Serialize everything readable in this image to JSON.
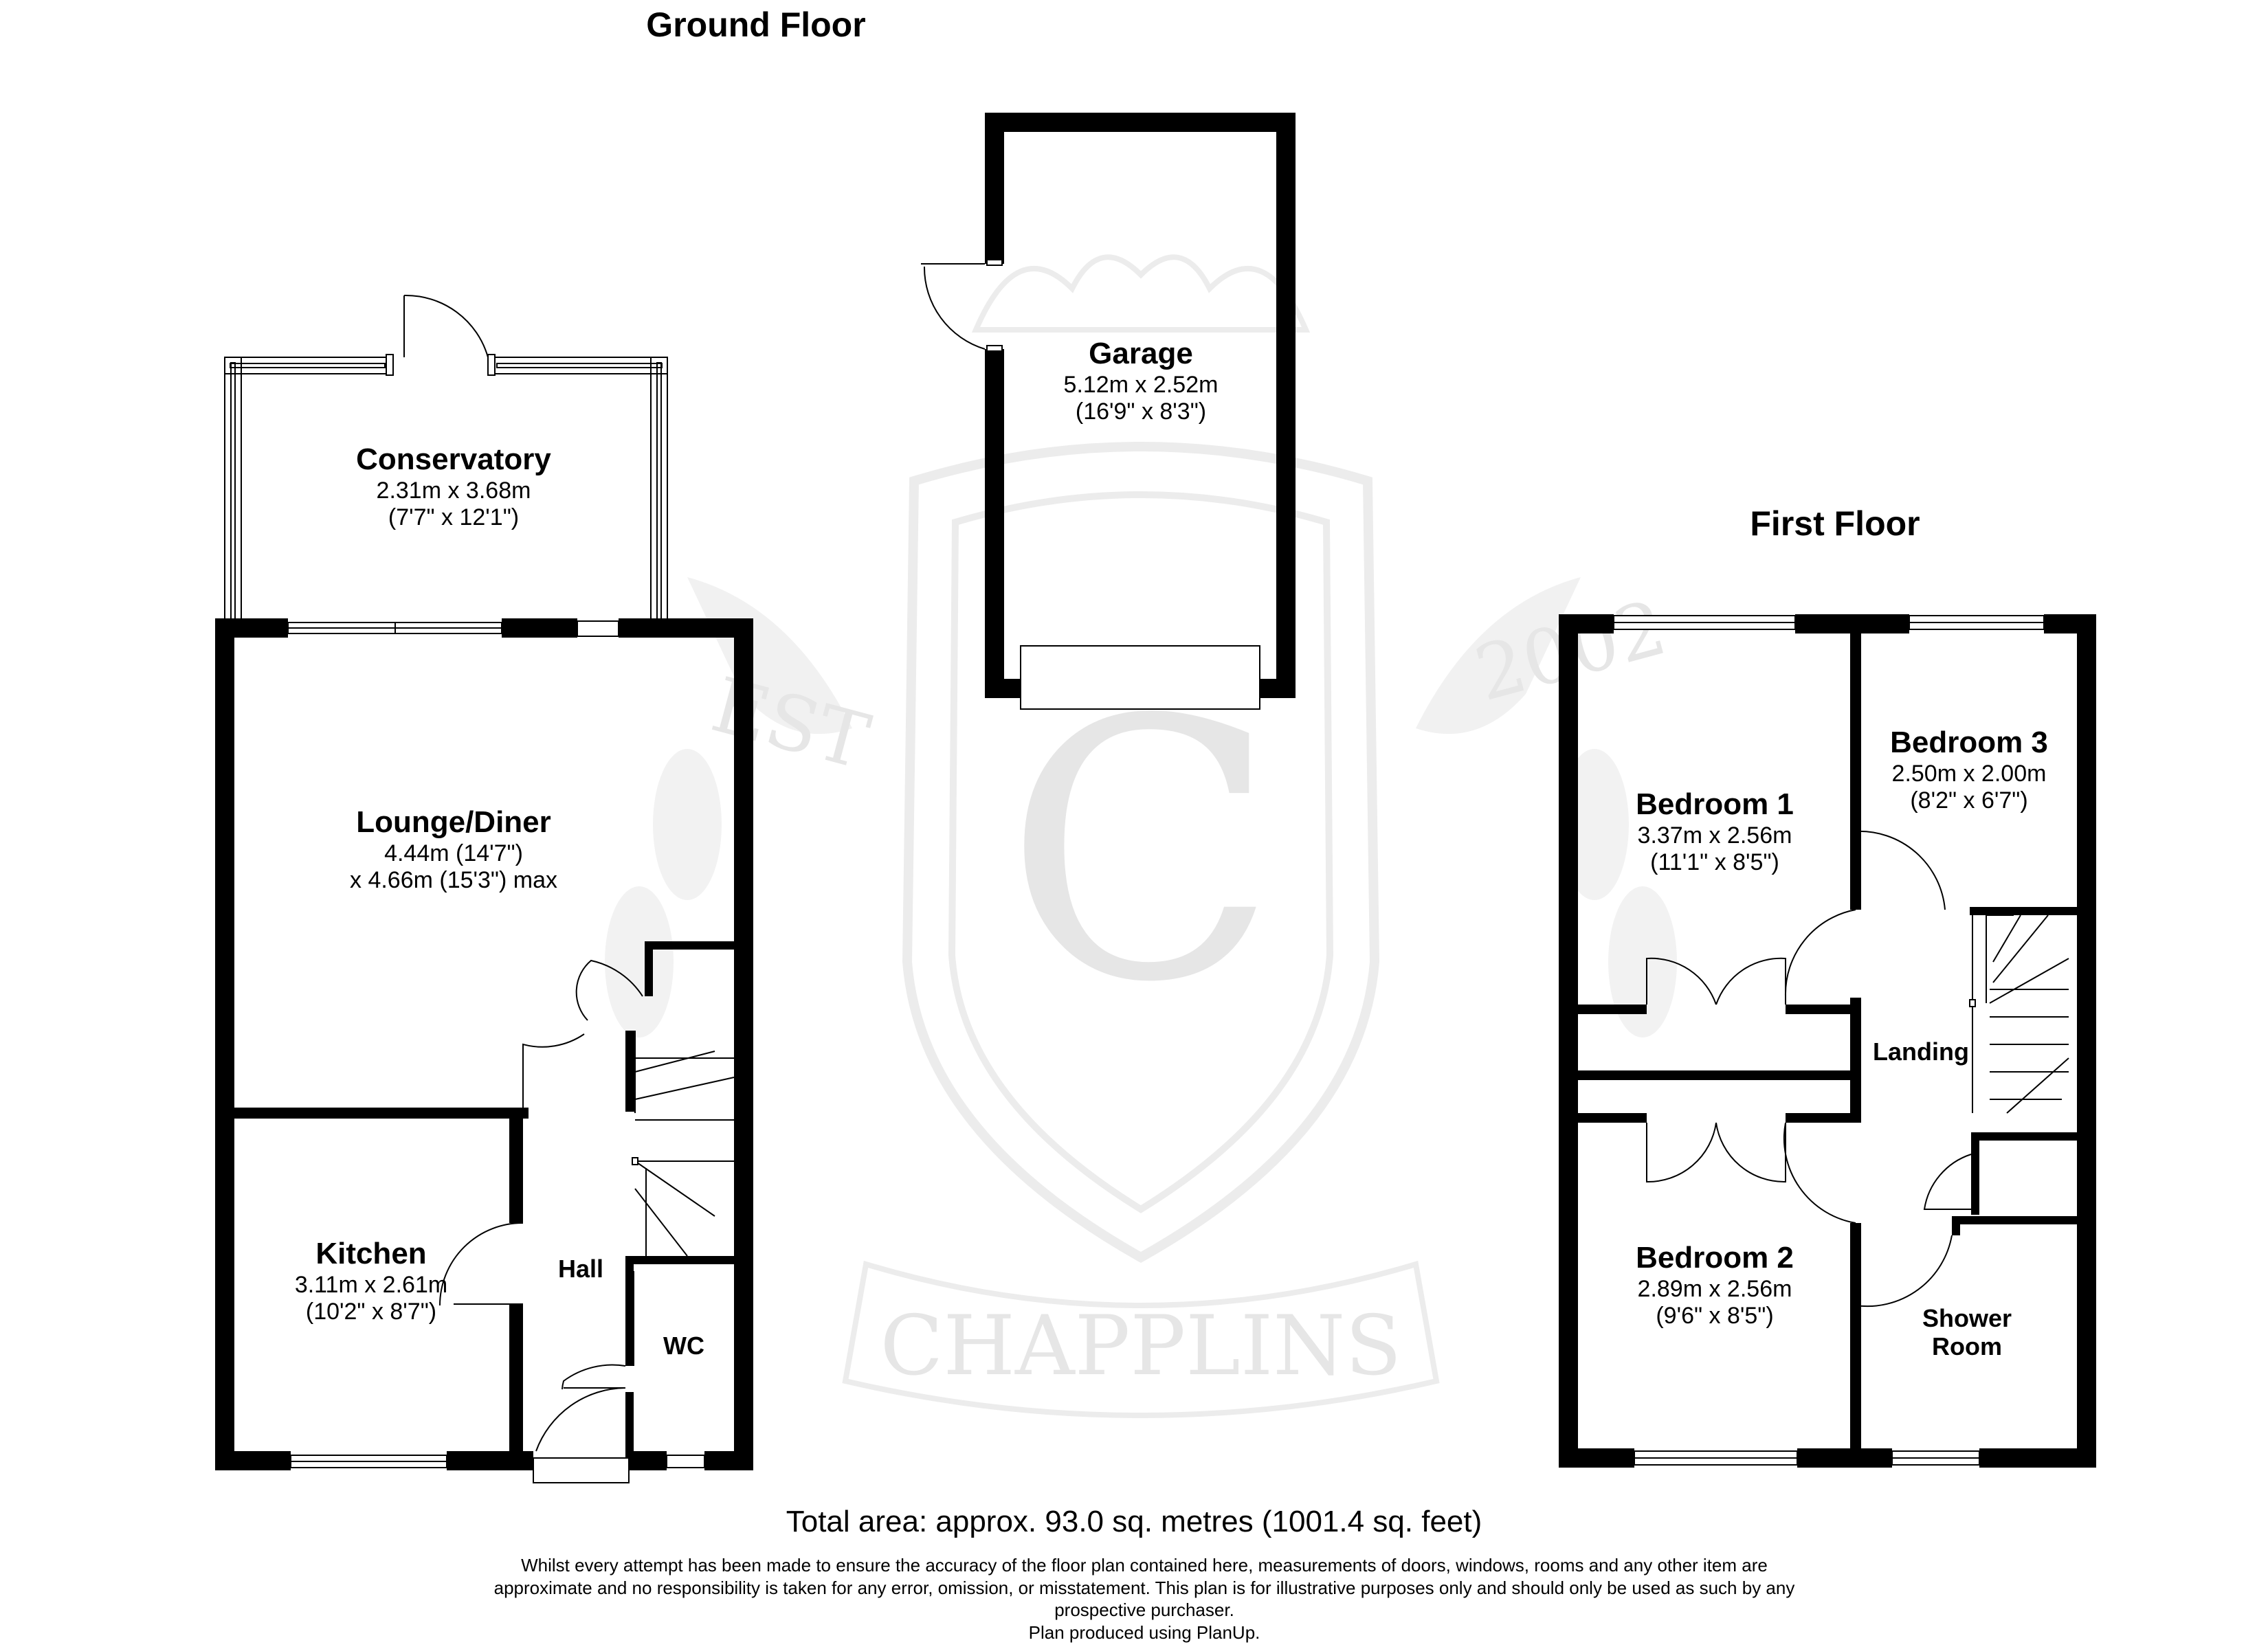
{
  "floors": {
    "ground": {
      "title": "Ground Floor"
    },
    "first": {
      "title": "First Floor"
    }
  },
  "rooms": {
    "garage": {
      "name": "Garage",
      "metric": "5.12m x 2.52m",
      "imperial": "(16'9\" x 8'3\")"
    },
    "conservatory": {
      "name": "Conservatory",
      "metric": "2.31m x 3.68m",
      "imperial": "(7'7\" x 12'1\")"
    },
    "lounge": {
      "name": "Lounge/Diner",
      "line1": "4.44m (14'7\")",
      "line2": "x 4.66m (15'3\") max"
    },
    "kitchen": {
      "name": "Kitchen",
      "metric": "3.11m x 2.61m",
      "imperial": "(10'2\" x 8'7\")"
    },
    "hall": {
      "name": "Hall"
    },
    "wc": {
      "name": "WC"
    },
    "bedroom1": {
      "name": "Bedroom 1",
      "metric": "3.37m x 2.56m",
      "imperial": "(11'1\" x 8'5\")"
    },
    "bedroom2": {
      "name": "Bedroom 2",
      "metric": "2.89m x 2.56m",
      "imperial": "(9'6\" x 8'5\")"
    },
    "bedroom3": {
      "name": "Bedroom 3",
      "metric": "2.50m x 2.00m",
      "imperial": "(8'2\" x 6'7\")"
    },
    "landing": {
      "name": "Landing"
    },
    "shower": {
      "line1": "Shower",
      "line2": "Room"
    }
  },
  "watermark": {
    "left": "EST",
    "right": "2002",
    "letter": "C",
    "banner": "CHAPPLINS"
  },
  "footer": {
    "total": "Total area: approx. 93.0 sq. metres (1001.4 sq. feet)",
    "disclaimer_1": "Whilst every attempt has been made to ensure the accuracy of the floor plan contained here, measurements of doors, windows, rooms and any other item are",
    "disclaimer_2": "approximate and no responsibility is taken for any error, omission, or misstatement. This plan is for illustrative purposes only and should only be used as such by any",
    "disclaimer_3": "prospective purchaser.",
    "disclaimer_4": "Plan produced using PlanUp."
  }
}
